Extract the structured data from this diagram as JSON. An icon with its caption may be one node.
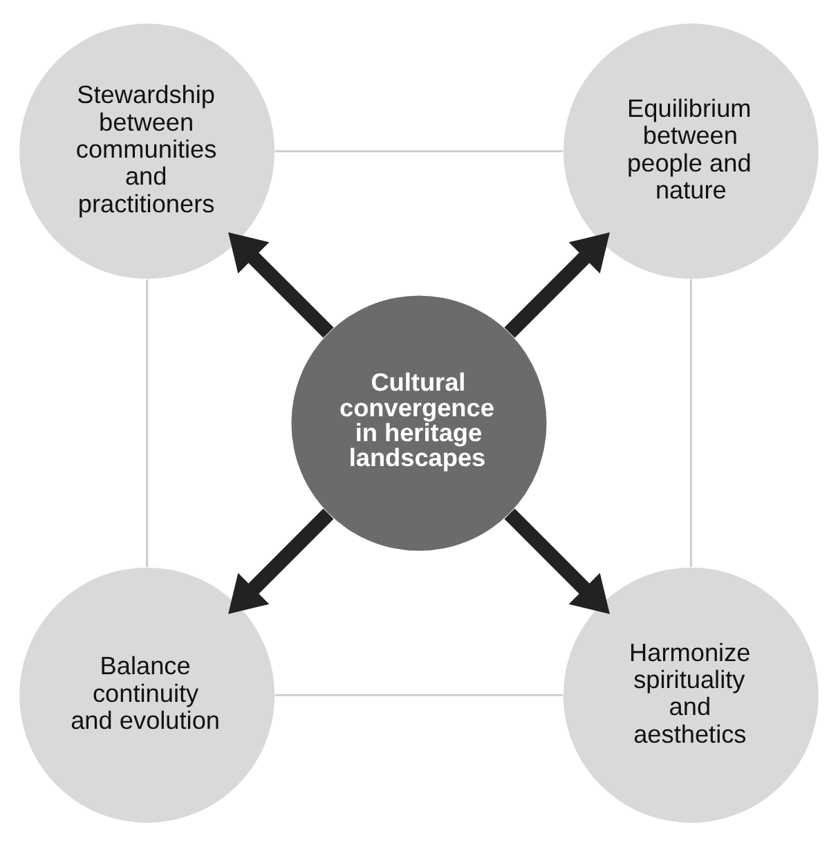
{
  "diagram": {
    "nodes": [
      {
        "text": [
          "Cultural convergence in heritage landscapes"
        ]
      },
      {
        "text": [
          "Harmonize spirituality and aesthetics"
        ]
      },
      {
        "text": [
          "Balance continuity and evolution"
        ]
      },
      {
        "text": [
          "Stewardship between communities and practitioners"
        ]
      },
      {
        "text": [
          "Equilibrium between people and nature"
        ]
      }
    ],
    "edges": [
      {
        "from": 0,
        "to": 1,
        "arrow": "to",
        "style": "thick",
        "color": "#222222"
      },
      {
        "from": 0,
        "to": 2,
        "arrow": "to",
        "style": "thick",
        "color": "#222222"
      },
      {
        "from": 0,
        "to": 3,
        "arrow": "to",
        "style": "thick",
        "color": "#222222"
      },
      {
        "from": 0,
        "to": 4,
        "arrow": "to",
        "style": "thick",
        "color": "#222222"
      },
      {
        "from": 1,
        "to": 2,
        "arrow": "none",
        "color": "#cccccc"
      },
      {
        "from": 2,
        "to": 3,
        "arrow": "none",
        "color": "#cccccc"
      },
      {
        "from": 3,
        "to": 4,
        "arrow": "none",
        "color": "#cccccc"
      },
      {
        "from": 4,
        "to": 1,
        "arrow": "none",
        "color": "#cccccc"
      }
    ]
  }
}
